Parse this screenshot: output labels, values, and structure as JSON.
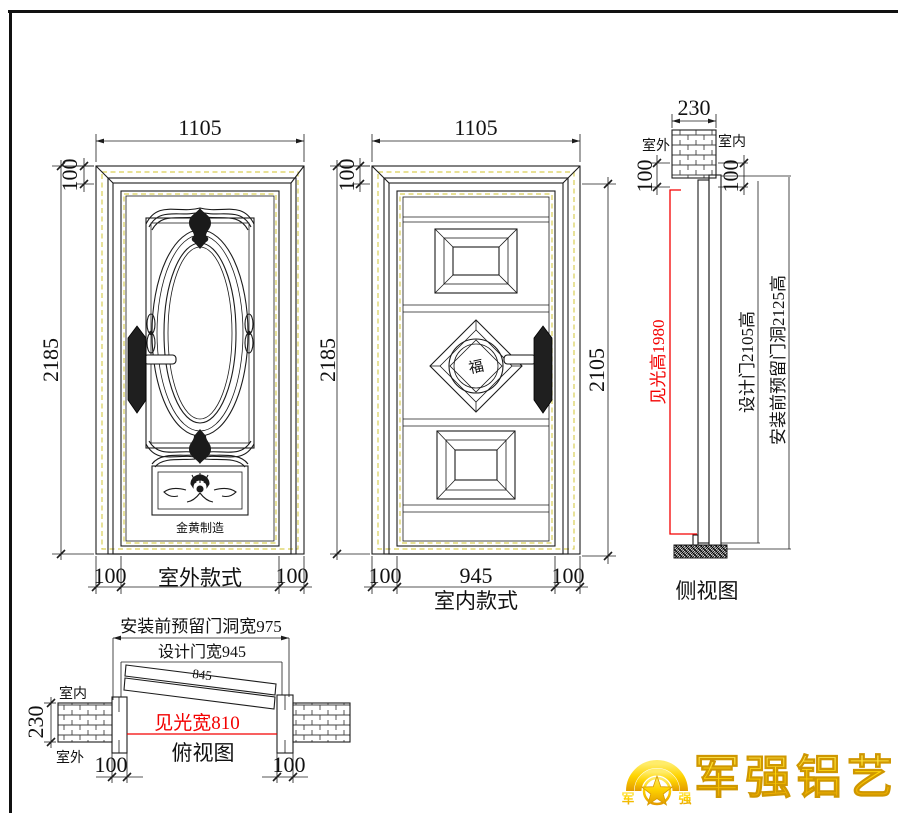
{
  "colors": {
    "line": "#1c1c1c",
    "red": "#f30000",
    "dash_yellow": "#d9cf56",
    "gold": "#ffd400"
  },
  "exterior_view": {
    "label": "室外款式",
    "dim_width": "1105",
    "dim_frame_face": "100",
    "dim_height": "2185",
    "dim_bottom_left": "100",
    "dim_bottom_right": "100",
    "brand_text": "金黄制造"
  },
  "interior_view": {
    "label": "室内款式",
    "dim_width": "1105",
    "dim_frame_face": "100",
    "dim_height": "2185",
    "dim_door_height": "2105",
    "dim_bottom_left": "100",
    "dim_bottom_center": "945",
    "dim_bottom_right": "100",
    "emblem": "福"
  },
  "side_view": {
    "label": "侧视图",
    "dim_wall_depth": "230",
    "label_outside": "室外",
    "label_inside": "室内",
    "dim_frame_left": "100",
    "dim_frame_right": "100",
    "dim_light_height": "见光高1980",
    "dim_door_height": "设计门2105高",
    "dim_opening_height": "安装前预留门洞2125高"
  },
  "top_view": {
    "label": "俯视图",
    "dim_wall_depth": "230",
    "label_inside": "室内",
    "label_outside": "室外",
    "dim_opening_width": "安装前预留门洞宽975",
    "dim_door_width": "设计门宽945",
    "dim_leaf_width": "845",
    "dim_light_width": "见光宽810",
    "dim_frame_left": "100",
    "dim_frame_right": "100"
  },
  "logo": {
    "brand": "军强铝艺",
    "icon_char_left": "军",
    "icon_char_right": "强"
  }
}
